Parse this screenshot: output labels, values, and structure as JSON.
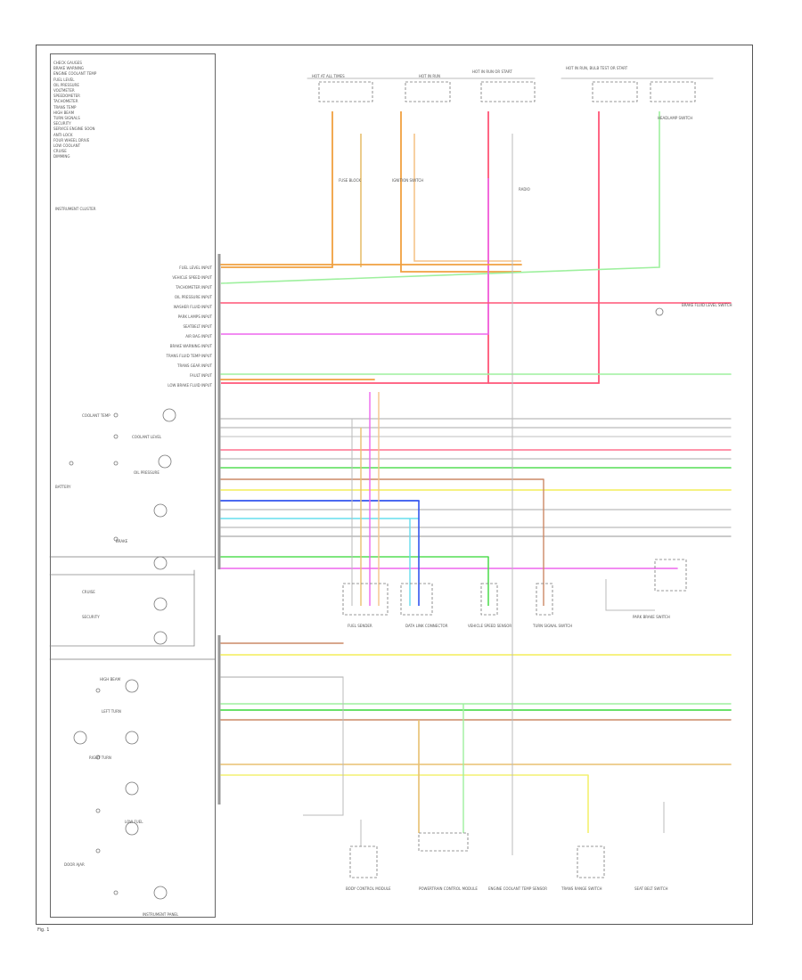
{
  "footer": {
    "label": "Fig. 1"
  },
  "diagram": {
    "notes_heading": "INSTRUMENT CLUSTER",
    "notes": [
      "CHECK GAUGES",
      "BRAKE WARNING",
      "ENGINE COOLANT TEMP",
      "FUEL LEVEL",
      "OIL PRESSURE",
      "VOLTMETER",
      "SPEEDOMETER",
      "TACHOMETER",
      "TRANS TEMP",
      "HIGH BEAM",
      "TURN SIGNALS",
      "SECURITY",
      "SERVICE ENGINE SOON",
      "ANTI-LOCK",
      "FOUR WHEEL DRIVE",
      "LOW COOLANT",
      "CRUISE",
      "DIMMING"
    ],
    "cluster_label": "INSTRUMENT CLUSTER",
    "fuse_labels": [
      "HOT AT ALL TIMES",
      "HOT IN RUN",
      "HOT IN RUN OR START",
      "HOT IN RUN, BULB TEST OR START"
    ],
    "bottom_panel_label": "INSTRUMENT PANEL",
    "left_inputs": [
      "FUEL LEVEL INPUT",
      "VEHICLE SPEED INPUT",
      "TACHOMETER INPUT",
      "OIL PRESSURE INPUT",
      "WASHER FLUID INPUT",
      "PARK LAMPS INPUT",
      "SEATBELT INPUT",
      "AIR BAG INPUT",
      "BRAKE WARNING INPUT",
      "TRANS FLUID TEMP INPUT",
      "TRANS GEAR INPUT",
      "FAULT INPUT",
      "LOW BRAKE FLUID INPUT"
    ],
    "left_lamps": [
      "COOLANT TEMP",
      "COOLANT LEVEL",
      "OIL PRESSURE",
      "BATTERY",
      "BRAKE",
      "CRUISE",
      "SECURITY",
      "HIGH BEAM",
      "LEFT TURN",
      "RIGHT TURN",
      "LOW FUEL",
      "DOOR AJAR"
    ],
    "bottom_components": [
      "BODY CONTROL MODULE",
      "POWERTRAIN CONTROL MODULE",
      "ENGINE COOLANT TEMP SENSOR",
      "TRANS RANGE SWITCH",
      "SEAT BELT SWITCH"
    ],
    "right_components": [
      "BRAKE FLUID LEVEL SWITCH",
      "PARK BRAKE SWITCH"
    ],
    "mid_components": [
      "FUEL SENDER",
      "DATA LINK CONNECTOR",
      "VEHICLE SPEED SENSOR",
      "TURN SIGNAL SWITCH"
    ],
    "top_components": [
      "FUSE BLOCK",
      "IGNITION SWITCH",
      "RADIO",
      "HEADLAMP SWITCH"
    ]
  }
}
